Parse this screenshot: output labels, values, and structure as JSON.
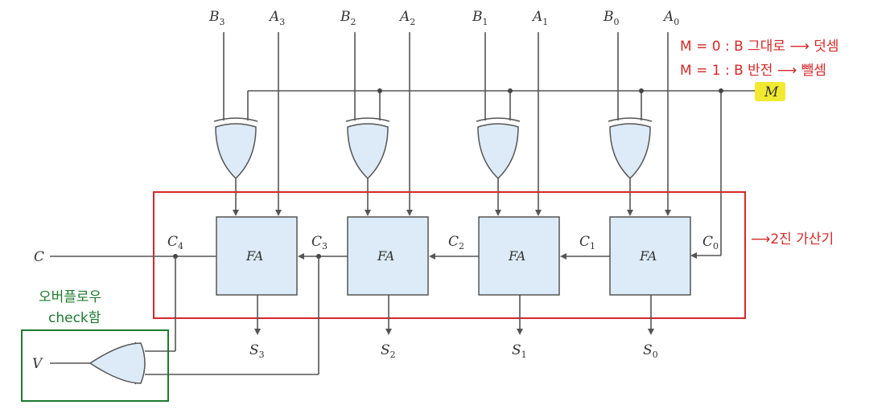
{
  "inputs": [
    {
      "b": "B",
      "b_sub": "3",
      "a": "A",
      "a_sub": "3"
    },
    {
      "b": "B",
      "b_sub": "2",
      "a": "A",
      "a_sub": "2"
    },
    {
      "b": "B",
      "b_sub": "1",
      "a": "A",
      "a_sub": "1"
    },
    {
      "b": "B",
      "b_sub": "0",
      "a": "A",
      "a_sub": "0"
    }
  ],
  "mode_label": "M",
  "adder_label": "FA",
  "carries": [
    {
      "name": "C",
      "sub": "4"
    },
    {
      "name": "C",
      "sub": "3"
    },
    {
      "name": "C",
      "sub": "2"
    },
    {
      "name": "C",
      "sub": "1"
    },
    {
      "name": "C",
      "sub": "0"
    }
  ],
  "sums": [
    {
      "name": "S",
      "sub": "3"
    },
    {
      "name": "S",
      "sub": "2"
    },
    {
      "name": "S",
      "sub": "1"
    },
    {
      "name": "S",
      "sub": "0"
    }
  ],
  "carry_out_label": "C",
  "overflow_label": "V",
  "annotations": {
    "mode_line1": "M = 0 : B 그대로 ⟶ 덧셈",
    "mode_line2": "M = 1 : B 반전 ⟶ 뺄셈",
    "adder_note": "⟶2진 가산기",
    "overflow_note_line1": "오버플로우",
    "overflow_note_line2": "check함"
  },
  "colors": {
    "red": "#d62828",
    "green": "#1e7a2e",
    "highlight": "#f2ea30",
    "block_fill": "#dcebf7"
  }
}
